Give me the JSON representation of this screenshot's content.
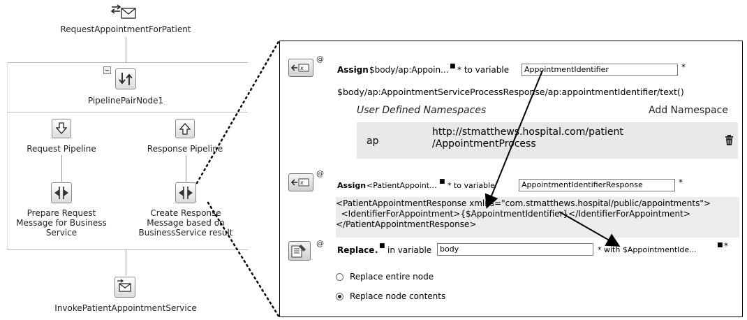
{
  "left": {
    "top_node": "RequestAppointmentForPatient",
    "pipeline_node": "PipelinePairNode1",
    "request_pipeline": "Request Pipeline",
    "response_pipeline": "Response Pipeline",
    "prepare_label": "Prepare Request\nMessage for Business\nService",
    "create_label": "Create Response\nMessage based on\nBusinessService result",
    "invoke_node": "InvokePatientAppointmentService"
  },
  "panel": {
    "assign1": {
      "keyword": "Assign",
      "expr": "$body/ap:Appoin...",
      "to_variable": "* to variable",
      "variable": "AppointmentIdentifier",
      "asterisk": "*",
      "xpath": "$body/ap:AppointmentServiceProcessResponse/ap:appointmentIdentifier/text()",
      "ns_header": "User Defined Namespaces",
      "add_ns": "Add Namespace",
      "ns_prefix": "ap",
      "ns_uri": "http://stmatthews.hospital.com/patient\n/AppointmentProcess"
    },
    "assign2": {
      "keyword": "Assign",
      "expr": "<PatientAppoint...",
      "to_variable": "* to variable",
      "variable": "AppointmentIdentifierResponse",
      "asterisk": "*",
      "code": "<PatientAppointmentResponse xmlns=\"com.stmatthews.hospital/public/appointments\">\n  <IdentifierForAppointment>{$AppointmentIdentifier}</IdentifierForAppointment>\n</PatientAppointmentResponse>"
    },
    "replace": {
      "keyword": "Replace",
      "expr": ".",
      "in_variable": "in variable",
      "variable": "body",
      "with_text": "* with $AppointmentIde...",
      "asterisk": "*",
      "option1": "Replace entire node",
      "option2": "Replace node contents",
      "selected": "option2"
    },
    "at_symbol": "@"
  },
  "colors": {
    "border": "#000000",
    "ns_row_bg": "#e8e8e8",
    "code_bg": "#ececec"
  }
}
